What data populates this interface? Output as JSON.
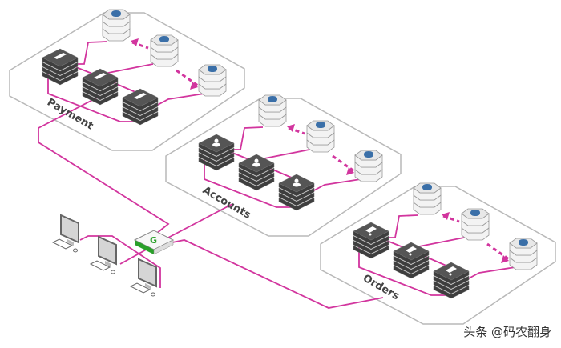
{
  "colors": {
    "link": "#d2359e",
    "plate": "#ffffff",
    "plate_border": "#b9b9b9",
    "server": "#555555",
    "db": "#e8e8e8",
    "db_icon": "#3a6fa8",
    "gateway": "#2aa02a"
  },
  "services": [
    {
      "label": "Payment",
      "server_icon": "card-icon"
    },
    {
      "label": "Accounts",
      "server_icon": "user-icon"
    },
    {
      "label": "Orders",
      "server_icon": "cart-icon"
    }
  ],
  "gateway": {
    "icon": "gateway-g-icon"
  },
  "clients": 3,
  "watermark": "头条 @码农翻身"
}
